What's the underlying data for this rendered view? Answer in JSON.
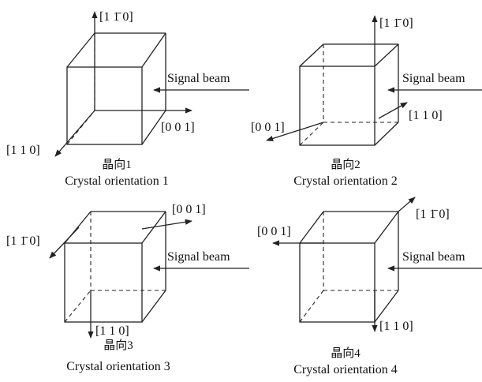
{
  "panels": [
    {
      "cn_label": "晶向1",
      "en_label": "Crystal orientation 1",
      "beam_label": "Signal beam",
      "axes": {
        "up": "[1 1̄ 0]",
        "right": "[0 0 1]",
        "downleft": "[1 1 0]"
      }
    },
    {
      "cn_label": "晶向2",
      "en_label": "Crystal orientation 2",
      "beam_label": "Signal beam",
      "axes": {
        "up": "[1 1̄ 0]",
        "left": "[0 0 1]",
        "beamside": "[1 1 0]"
      }
    },
    {
      "cn_label": "晶向3",
      "en_label": "Crystal orientation 3",
      "beam_label": "Signal beam",
      "axes": {
        "upright": "[0 0 1]",
        "downleft": "[1 1̄ 0]",
        "down": "[1 1 0]"
      }
    },
    {
      "cn_label": "晶向4",
      "en_label": "Crystal orientation 4",
      "beam_label": "Signal beam",
      "axes": {
        "upright": "[1 1̄ 0]",
        "left": "[0 0 1]",
        "down": "[1 1 0]"
      }
    }
  ]
}
